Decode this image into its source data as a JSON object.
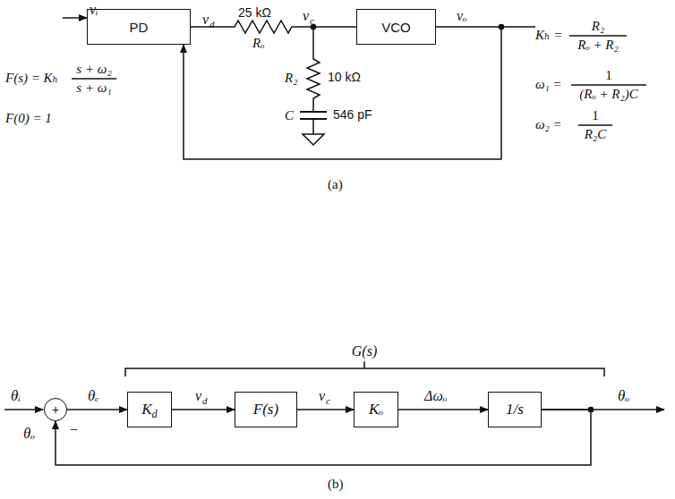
{
  "diagram": {
    "nodes": [
      {
        "text": [
          "PD"
        ]
      },
      {
        "text": [
          "VCO"
        ]
      },
      {
        "text": [
          "+"
        ]
      },
      {
        "text": [
          "K",
          "d"
        ]
      },
      {
        "text": [
          "F(s)"
        ]
      },
      {
        "text": [
          "Kₒ"
        ]
      },
      {
        "text": [
          "1/s"
        ]
      }
    ],
    "edges": [
      {
        "from": 0,
        "to": 1,
        "arrow": "none"
      },
      {
        "from": 1,
        "to": 0,
        "arrow": "to"
      },
      {
        "from": 2,
        "to": 3,
        "arrow": "to"
      },
      {
        "from": 3,
        "to": 4,
        "arrow": "to"
      },
      {
        "from": 4,
        "to": 5,
        "arrow": "to"
      },
      {
        "from": 5,
        "to": 6,
        "arrow": "to"
      },
      {
        "from": 6,
        "to": 2,
        "arrow": "to"
      }
    ],
    "labels": [
      "vᵢ",
      "v",
      "d",
      "25 kΩ",
      "Rₒ",
      "v",
      "c",
      "vₒ",
      "R₂",
      "10 kΩ",
      "C",
      "546 pF",
      "F(s) = Kₕ",
      "s + ω₂",
      "s + ω₁",
      "F(0) = 1",
      "Kₕ =",
      "R₂",
      "Rₒ + R₂",
      "ω₁ =",
      "1",
      "(Rₒ + R₂)C",
      "ω₂ =",
      "1",
      "R₂C",
      "(a)",
      "G(s)",
      "θᵢ",
      "θₑ",
      "v",
      "d",
      "v",
      "c",
      "Δωₒ",
      "θₒ",
      "θₒ",
      "−",
      "(b)"
    ]
  }
}
